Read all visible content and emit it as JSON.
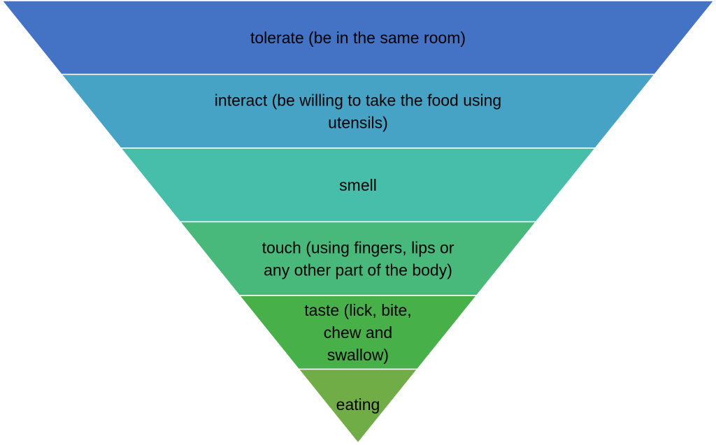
{
  "diagram": {
    "type": "inverted-pyramid",
    "levels": [
      {
        "lines": [
          "tolerate (be in the same room)"
        ],
        "color": "#4472C4"
      },
      {
        "lines": [
          "interact (be willing to take the food using",
          "utensils)"
        ],
        "color": "#46A3C6"
      },
      {
        "lines": [
          "smell"
        ],
        "color": "#46BEAA"
      },
      {
        "lines": [
          "touch (using fingers, lips or",
          "any other part of the body)"
        ],
        "color": "#48B97A"
      },
      {
        "lines": [
          "taste (lick, bite,",
          "chew and",
          "swallow)"
        ],
        "color": "#47B048"
      },
      {
        "lines": [
          "eating"
        ],
        "color": "#70AD47"
      }
    ]
  }
}
